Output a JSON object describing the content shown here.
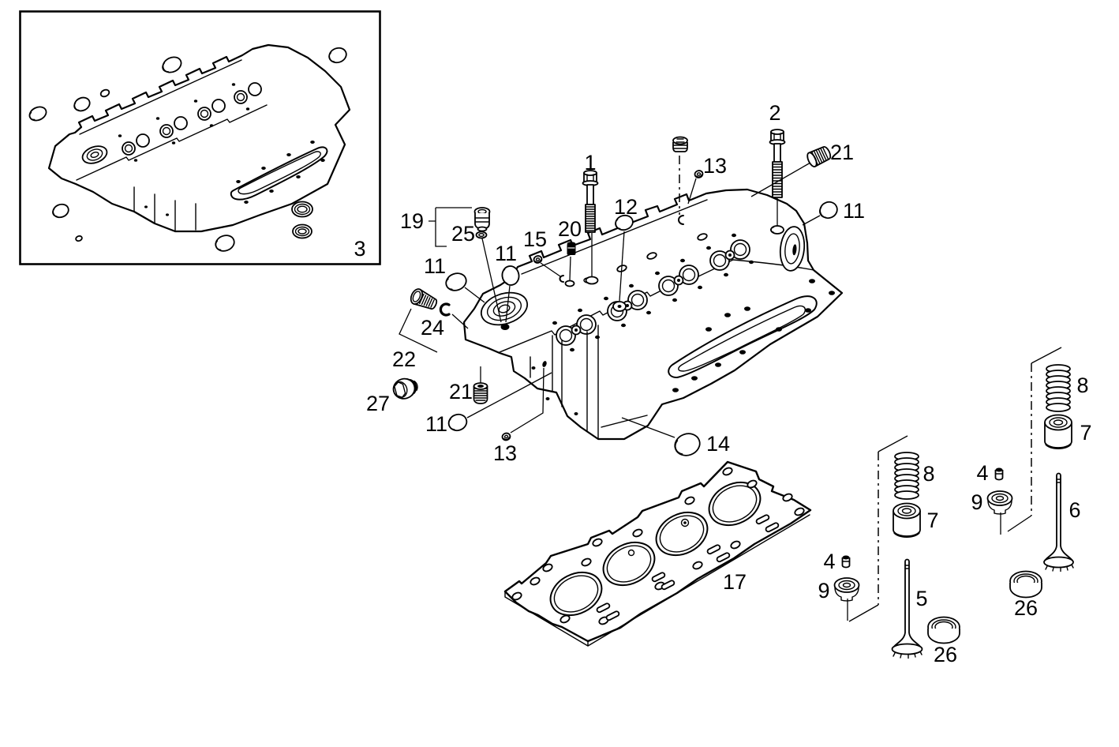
{
  "figure": {
    "background": "#ffffff",
    "line_color": "#000000"
  },
  "callouts": {
    "bolt_1": "1",
    "bolt_2": "2",
    "inset_assembly": "3",
    "collet_upper": "4",
    "collet_lower": "4",
    "valve_5": "5",
    "valve_6": "6",
    "retainer_mid": "7",
    "retainer_right": "7",
    "spring_mid": "8",
    "spring_right": "8",
    "rotator_upper": "9",
    "rotator_lower": "9",
    "cup_plug_right": "11",
    "cup_plug_mid": "11",
    "cup_plug_left": "11",
    "cup_plug_bottom": "11",
    "cap_12": "12",
    "ring_13_top": "13",
    "ring_13_bottom": "13",
    "cup_plug_14": "14",
    "ring_15": "15",
    "gasket_17": "17",
    "group_19": "19",
    "plug_20": "20",
    "plug_21_top": "21",
    "plug_21_bottom": "21",
    "group_22": "22",
    "snap_ring_24": "24",
    "oring_25": "25",
    "seal_26_lower": "26",
    "seal_26_right": "26",
    "plug_27": "27"
  }
}
